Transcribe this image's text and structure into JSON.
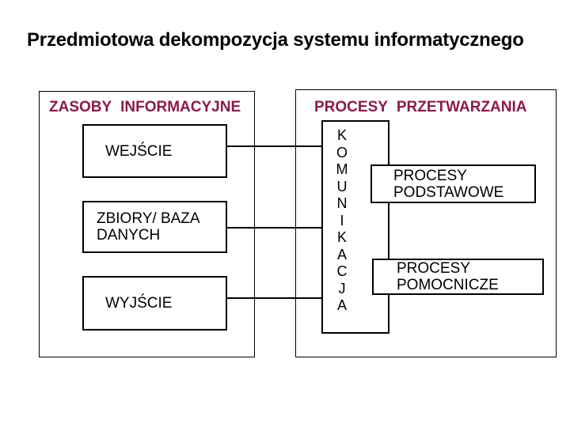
{
  "title": "Przedmiotowa dekompozycja systemu informatycznego",
  "colors": {
    "header_accent": "#8B1A4A",
    "line": "#000000",
    "background": "#FFFFFF"
  },
  "left_panel": {
    "header": "ZASOBY INFORMACYJNE",
    "boxes": {
      "wejscie": "WEJŚCIE",
      "zbiory": "ZBIORY/ BAZA\nDANYCH",
      "wyjscie": "WYJŚCIE"
    }
  },
  "right_panel": {
    "header": "PROCESY PRZETWARZANIA",
    "komunikacja_vertical": "K\nO\nM\nU\nN\nI\nK\nA\nC\nJ\nA",
    "podstawowe": "PROCESY\nPODSTAWOWE",
    "pomocnicze": "PROCESY\nPOMOCNICZE"
  }
}
